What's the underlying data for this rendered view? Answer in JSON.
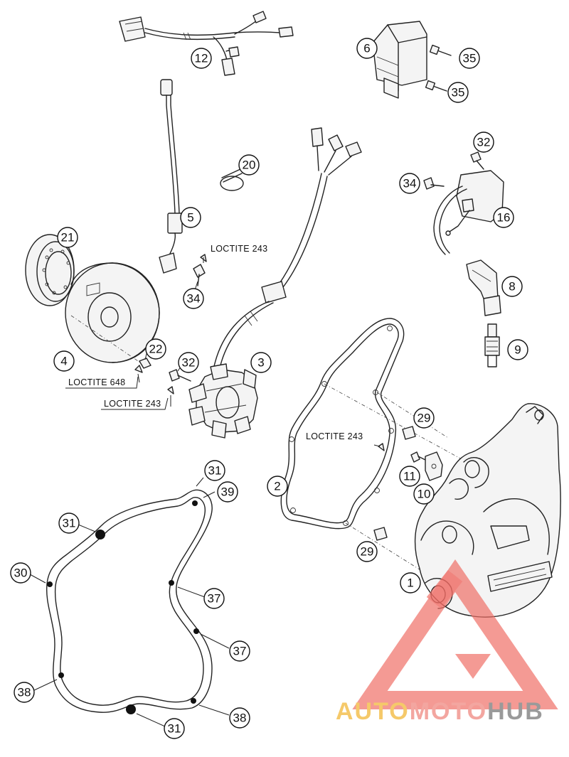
{
  "callouts": {
    "c1": "1",
    "c2": "2",
    "c3": "3",
    "c4": "4",
    "c5": "5",
    "c6": "6",
    "c8": "8",
    "c9": "9",
    "c10": "10",
    "c11": "11",
    "c12": "12",
    "c16": "16",
    "c20": "20",
    "c21": "21",
    "c22": "22",
    "c29a": "29",
    "c29b": "29",
    "c30": "30",
    "c31a": "31",
    "c31b": "31",
    "c31c": "31",
    "c32a": "32",
    "c32b": "32",
    "c34a": "34",
    "c34b": "34",
    "c35a": "35",
    "c35b": "35",
    "c37a": "37",
    "c37b": "37",
    "c38a": "38",
    "c38b": "38",
    "c39": "39"
  },
  "loctite": {
    "l243_top": "LOCTITE 243",
    "l648": "LOCTITE 648",
    "l243_left": "LOCTITE 243",
    "l243_gasket": "LOCTITE 243"
  },
  "watermark": {
    "part1": "AUTO",
    "part2": "MOTO",
    "part3": "HUB",
    "colors": {
      "auto": "#f5c96a",
      "moto": "#f3a6a0",
      "hub": "#9a9a9a",
      "logo": "#ef6b63"
    }
  }
}
